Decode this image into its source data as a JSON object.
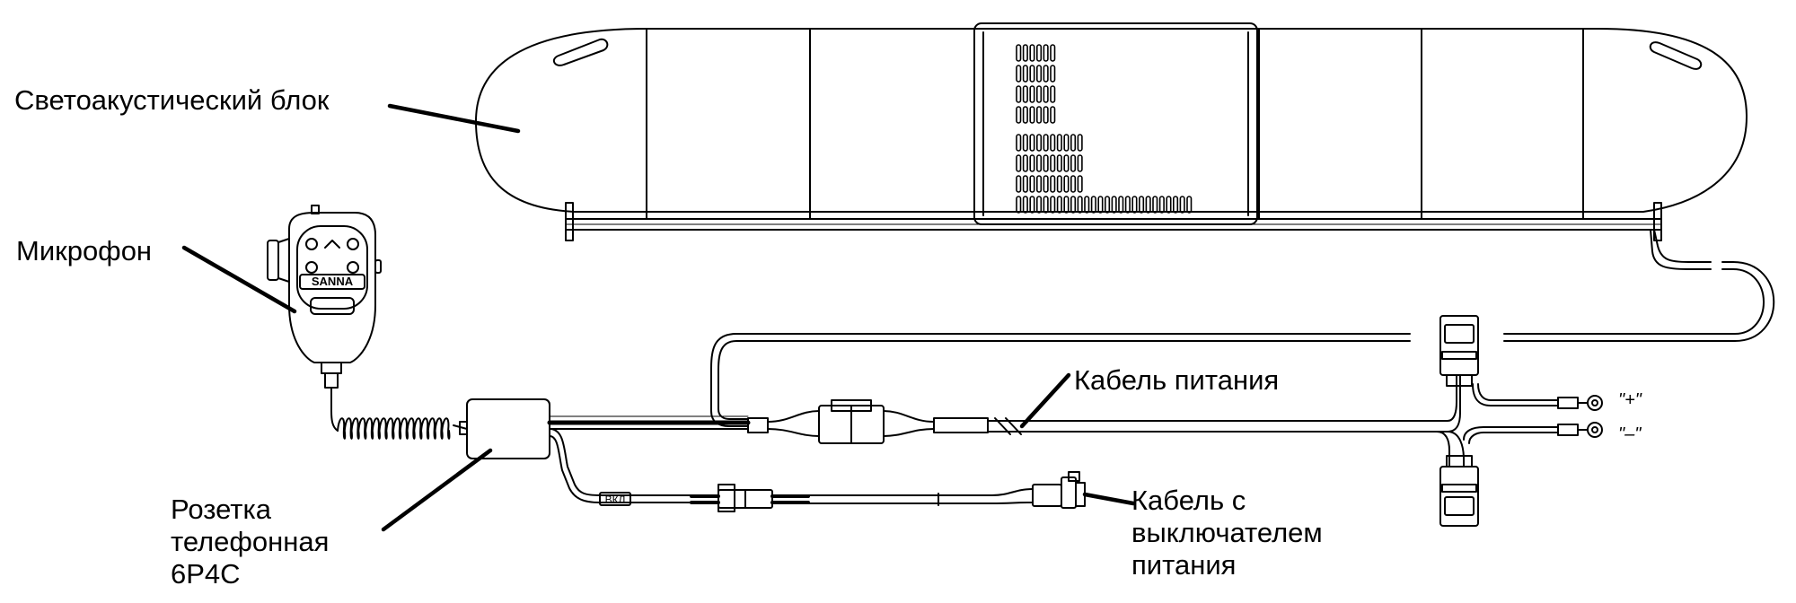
{
  "labels": {
    "light_unit": "Светоакустический блок",
    "microphone": "Микрофон",
    "power_cable": "Кабель питания",
    "phone_socket": [
      "Розетка",
      "телефонная",
      "6P4C"
    ],
    "switch_cable": [
      "Кабель с",
      "выключателем",
      "питания"
    ]
  },
  "terminals": {
    "plus": "\"+\"",
    "minus": "\"–\""
  },
  "small_text": {
    "mic_brand": "SANNA",
    "switch_tag": "ВКЛ"
  }
}
